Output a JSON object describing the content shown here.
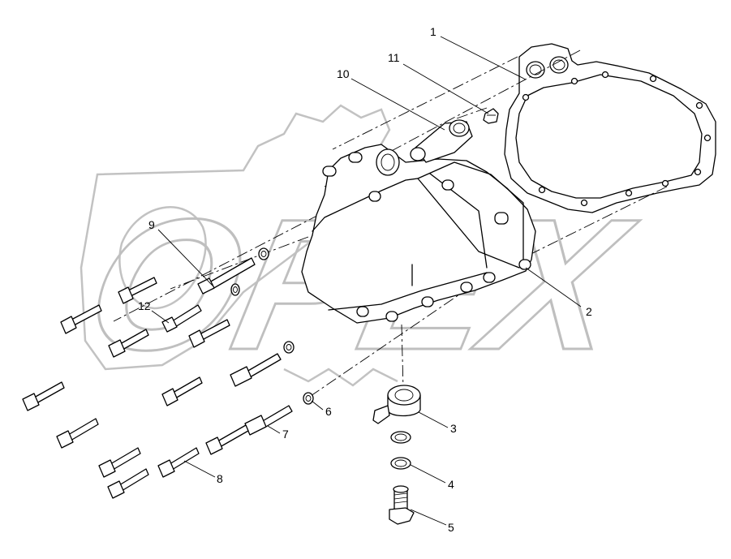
{
  "callouts": [
    {
      "id": "c1",
      "label": "1"
    },
    {
      "id": "c2",
      "label": "2"
    },
    {
      "id": "c3",
      "label": "3"
    },
    {
      "id": "c4",
      "label": "4"
    },
    {
      "id": "c5",
      "label": "5"
    },
    {
      "id": "c6",
      "label": "6"
    },
    {
      "id": "c7",
      "label": "7"
    },
    {
      "id": "c8",
      "label": "8"
    },
    {
      "id": "c9",
      "label": "9"
    },
    {
      "id": "c10",
      "label": "10"
    },
    {
      "id": "c11",
      "label": "11"
    },
    {
      "id": "c12",
      "label": "12"
    }
  ],
  "watermark": {
    "text": "OPEX"
  }
}
